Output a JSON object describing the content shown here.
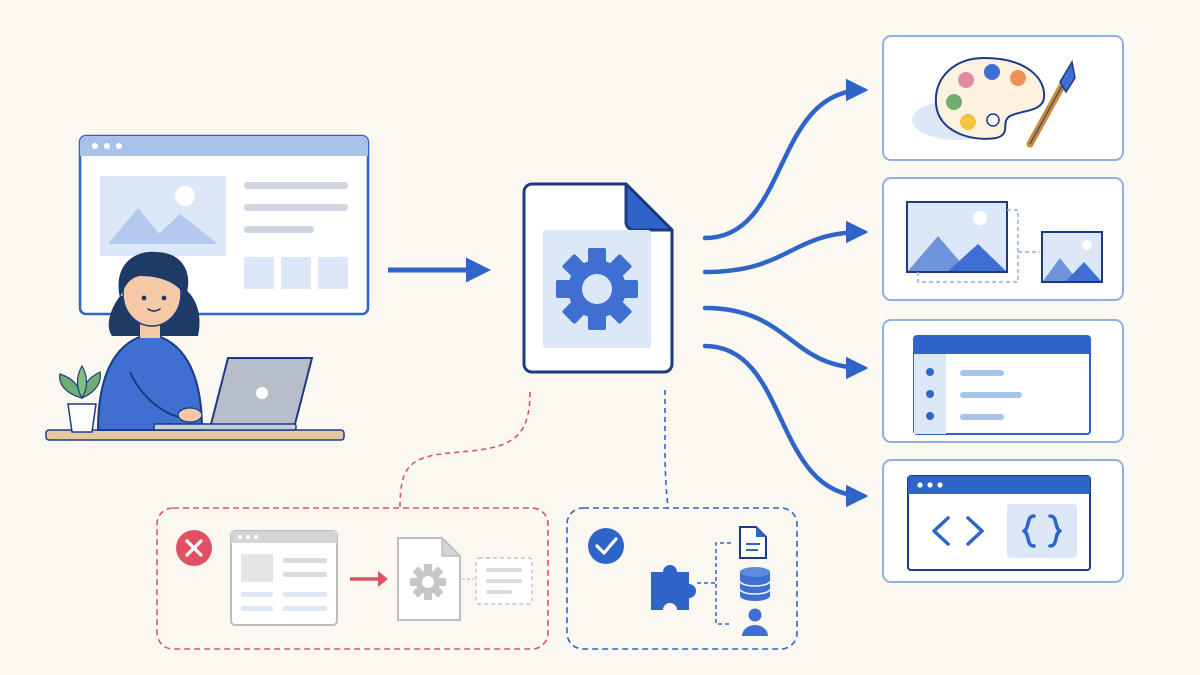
{
  "colors": {
    "background": "#fbf8f1",
    "accent_blue": "#2f64c8",
    "navy": "#1d3b82",
    "light_blue": "#dce8f8",
    "mid_blue": "#8fb0e3",
    "error_red": "#e05263",
    "grey": "#bdbdbd",
    "desk": "#e6c8a0"
  },
  "nodes": {
    "source": {
      "icon": "webpage-wireframe-icon",
      "person": "person-with-laptop"
    },
    "config": {
      "icon": "config-file-gear-icon"
    },
    "outputs": [
      {
        "icon": "palette-brush-icon"
      },
      {
        "icon": "resized-images-icon"
      },
      {
        "icon": "app-window-sidebar-icon"
      },
      {
        "icon": "code-window-icon"
      }
    ],
    "invalid_path": {
      "icon": "error-x-icon",
      "status": "invalid"
    },
    "valid_path": {
      "icon": "check-icon",
      "status": "valid",
      "items": [
        "file-icon",
        "database-icon",
        "user-icon"
      ]
    }
  }
}
